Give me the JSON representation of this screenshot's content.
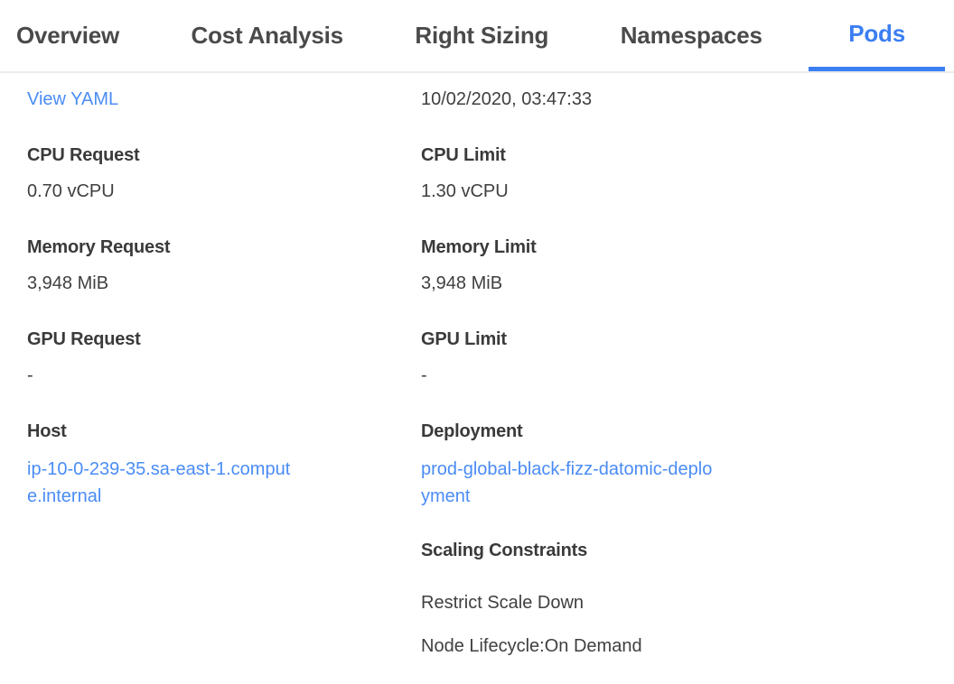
{
  "tabs": {
    "items": [
      {
        "label": "Overview",
        "active": false
      },
      {
        "label": "Cost Analysis",
        "active": false
      },
      {
        "label": "Right Sizing",
        "active": false
      },
      {
        "label": "Namespaces",
        "active": false
      },
      {
        "label": "Pods",
        "active": true
      }
    ]
  },
  "header": {
    "view_yaml_label": "View YAML",
    "timestamp": "10/02/2020, 03:47:33"
  },
  "details": {
    "cpu_request": {
      "label": "CPU Request",
      "value": "0.70 vCPU"
    },
    "cpu_limit": {
      "label": "CPU Limit",
      "value": "1.30 vCPU"
    },
    "memory_request": {
      "label": "Memory Request",
      "value": "3,948 MiB"
    },
    "memory_limit": {
      "label": "Memory Limit",
      "value": "3,948 MiB"
    },
    "gpu_request": {
      "label": "GPU Request",
      "value": "-"
    },
    "gpu_limit": {
      "label": "GPU Limit",
      "value": "-"
    },
    "host": {
      "label": "Host",
      "value": "ip-10-0-239-35.sa-east-1.compute.internal"
    },
    "deployment": {
      "label": "Deployment",
      "value": "prod-global-black-fizz-datomic-deployment"
    }
  },
  "scaling": {
    "label": "Scaling Constraints",
    "items": [
      "Restrict Scale Down",
      "Node Lifecycle:On Demand"
    ]
  },
  "colors": {
    "accent_blue": "#3b7ef2",
    "link_blue": "#4a8cf5",
    "tab_text": "#4a4a4a",
    "body_text": "#3f3f3f",
    "divider": "#ececec"
  }
}
